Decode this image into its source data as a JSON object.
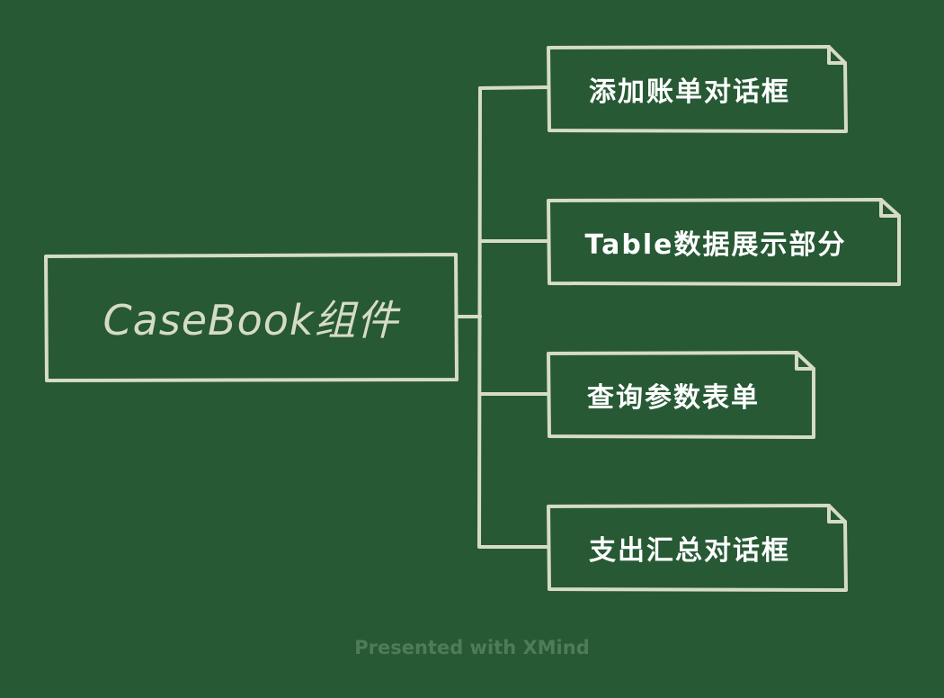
{
  "root": {
    "label": "CaseBook组件"
  },
  "branches": [
    {
      "label": "添加账单对话框"
    },
    {
      "label": "Table数据展示部分"
    },
    {
      "label": "查询参数表单"
    },
    {
      "label": "支出汇总对话框"
    }
  ],
  "footer": {
    "text": "Presented with XMind"
  },
  "colors": {
    "background": "#275935",
    "stroke": "#d6dcc4",
    "footer": "#4f7c58"
  }
}
